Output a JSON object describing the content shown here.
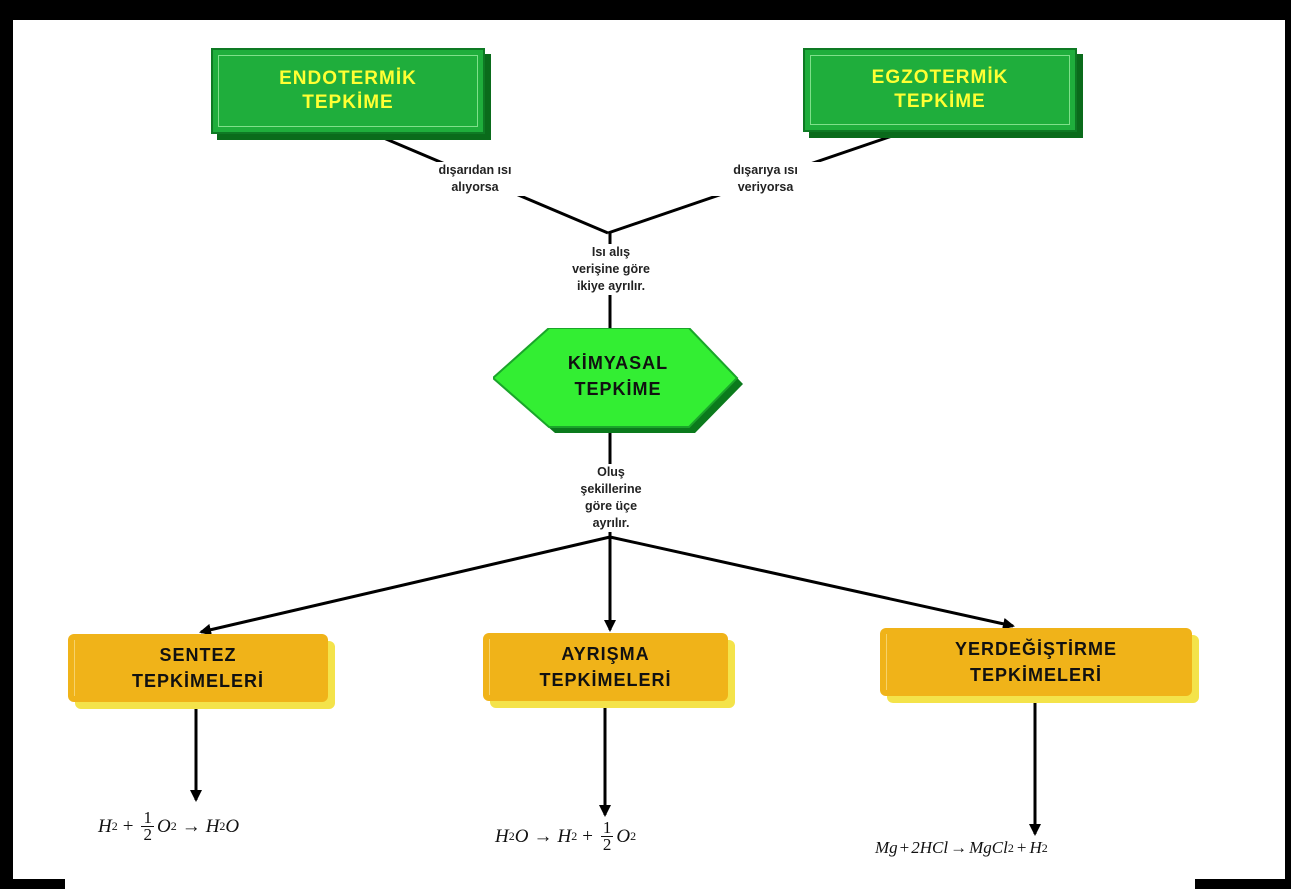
{
  "diagram": {
    "top_left_box": "ENDOTERMİK TEPKİME",
    "top_left_box_lines": [
      "ENDOTERMİK",
      "TEPKİME"
    ],
    "top_right_box_lines": [
      "EGZOTERMİK",
      "TEPKİME"
    ],
    "left_edge_label_lines": [
      "dışarıdan ısı",
      "alıyorsa"
    ],
    "right_edge_label_lines": [
      "dışarıya ısı",
      "veriyorsa"
    ],
    "heat_split_label_lines": [
      "Isı alış",
      "verişine göre",
      "ikiye ayrılır."
    ],
    "center_node_lines": [
      "KİMYASAL",
      "TEPKİME"
    ],
    "formation_split_label_lines": [
      "Oluş",
      "şekillerine",
      "göre üçe",
      "ayrılır."
    ],
    "boxes": [
      {
        "lines": [
          "SENTEZ",
          "TEPKİMELERİ"
        ]
      },
      {
        "lines": [
          "AYRIŞMA",
          "TEPKİMELERİ"
        ]
      },
      {
        "lines": [
          "YERDEĞİŞTİRME",
          "TEPKİMELERİ"
        ]
      }
    ],
    "formulas": {
      "synthesis": {
        "lhs1": "H",
        "lhs1_sub": "2",
        "plus": "+",
        "frac_num": "1",
        "frac_den": "2",
        "lhs2": "O",
        "lhs2_sub": "2",
        "arrow": "→",
        "rhs": "H",
        "rhs_sub": "2",
        "rhs_tail": "O"
      },
      "decomposition": {
        "lhs": "H",
        "lhs_sub": "2",
        "lhs_tail": "O",
        "arrow": "→",
        "rhs1": "H",
        "rhs1_sub": "2",
        "plus": "+",
        "frac_num": "1",
        "frac_den": "2",
        "rhs2": "O",
        "rhs2_sub": "2"
      },
      "displacement": {
        "lhs1": "Mg",
        "plus1": "+",
        "lhs2": "2HCl",
        "arrow": "→",
        "rhs1": "MgCl",
        "rhs1_sub": "2",
        "plus2": "+",
        "rhs2": "H",
        "rhs2_sub": "2"
      }
    }
  },
  "colors": {
    "green_box": "#1fae3c",
    "green_text": "#ffff33",
    "hexagon": "#33ee33",
    "orange_box": "#f0b319",
    "orange_shadow": "#f4e34a"
  }
}
